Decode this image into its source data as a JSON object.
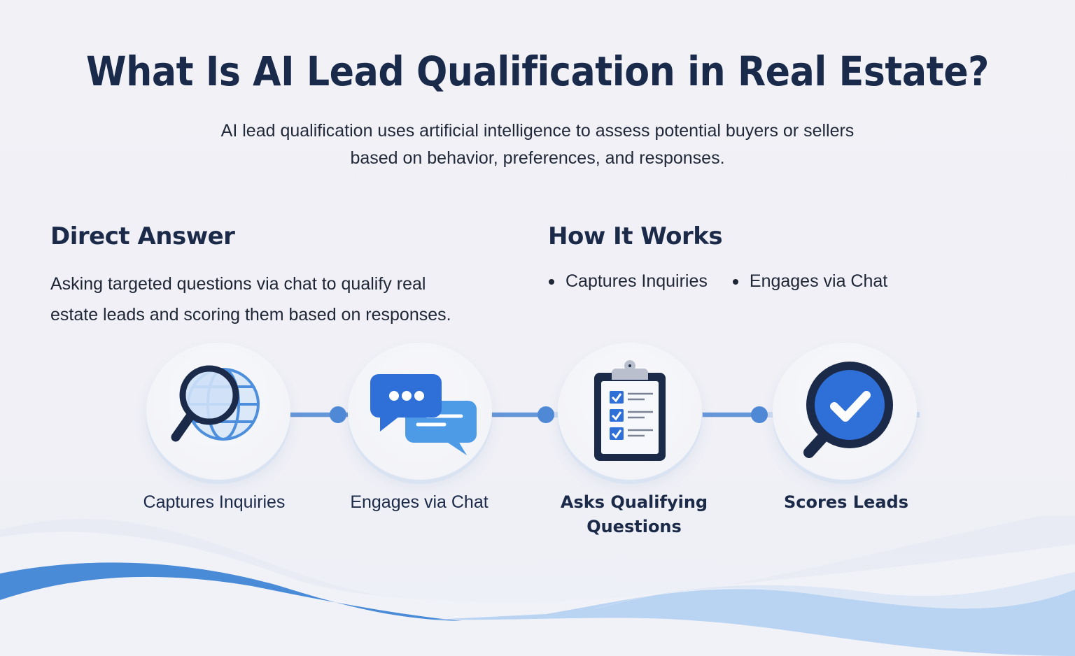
{
  "header": {
    "title": "What Is AI Lead Qualification in Real Estate?",
    "subtitle_lines": [
      "AI lead qualification uses artificial intelligence to assess potential buyers or sellers",
      "based on behavior, preferences, and responses."
    ]
  },
  "direct_answer": {
    "heading": "Direct Answer",
    "body_lines": [
      "Asking targeted questions via chat to qualify real",
      "estate leads and scoring them based on responses."
    ]
  },
  "how_it_works": {
    "heading": "How It Works",
    "bullets": [
      "Captures Inquiries",
      "Engages via Chat"
    ]
  },
  "steps": [
    {
      "icon": "magnifier-globe-icon",
      "label_lines": [
        "Captures Inquiries"
      ],
      "bold": false
    },
    {
      "icon": "chat-bubbles-icon",
      "label_lines": [
        "Engages via Chat"
      ],
      "bold": false
    },
    {
      "icon": "clipboard-checklist-icon",
      "label_lines": [
        "Asks Qualifying",
        "Questions"
      ],
      "bold": true
    },
    {
      "icon": "magnifier-check-icon",
      "label_lines": [
        "Scores Leads"
      ],
      "bold": true
    }
  ],
  "colors": {
    "navy": "#1b2a48",
    "primary_blue": "#2f6fd8",
    "light_blue": "#4d9be6",
    "connector": "#5b8fd6",
    "background": "#f1f1f6"
  }
}
